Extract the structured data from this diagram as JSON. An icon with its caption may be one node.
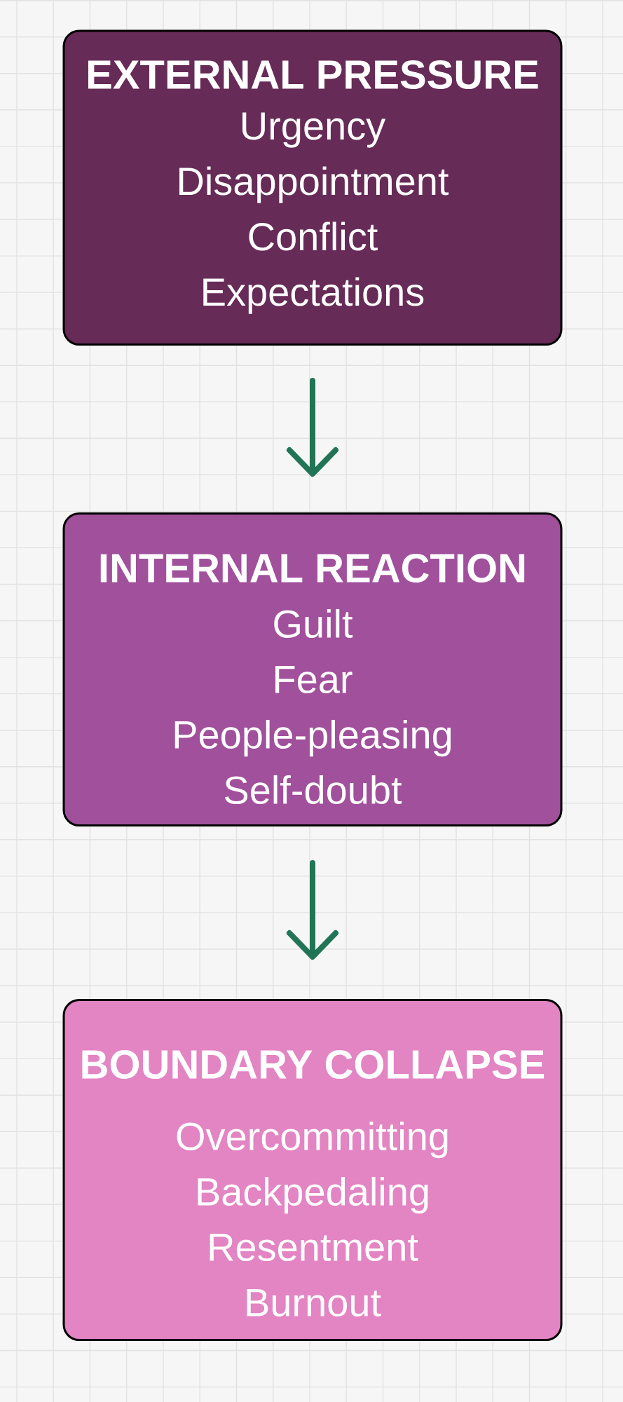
{
  "diagram": {
    "nodes": [
      {
        "text": [
          "EXTERNAL PRESSURE",
          "Urgency",
          "Disappointment",
          "Conflict",
          "Expectations"
        ]
      },
      {
        "text": [
          "INTERNAL REACTION",
          "Guilt",
          "Fear",
          "People-pleasing",
          "Self-doubt"
        ]
      },
      {
        "text": [
          "BOUNDARY COLLAPSE",
          "Overcommitting",
          "Backpedaling",
          "Resentment",
          "Burnout"
        ]
      }
    ],
    "edges": [
      {
        "from": 0,
        "to": 1,
        "arrow": "to"
      },
      {
        "from": 1,
        "to": 2,
        "arrow": "to"
      }
    ]
  }
}
